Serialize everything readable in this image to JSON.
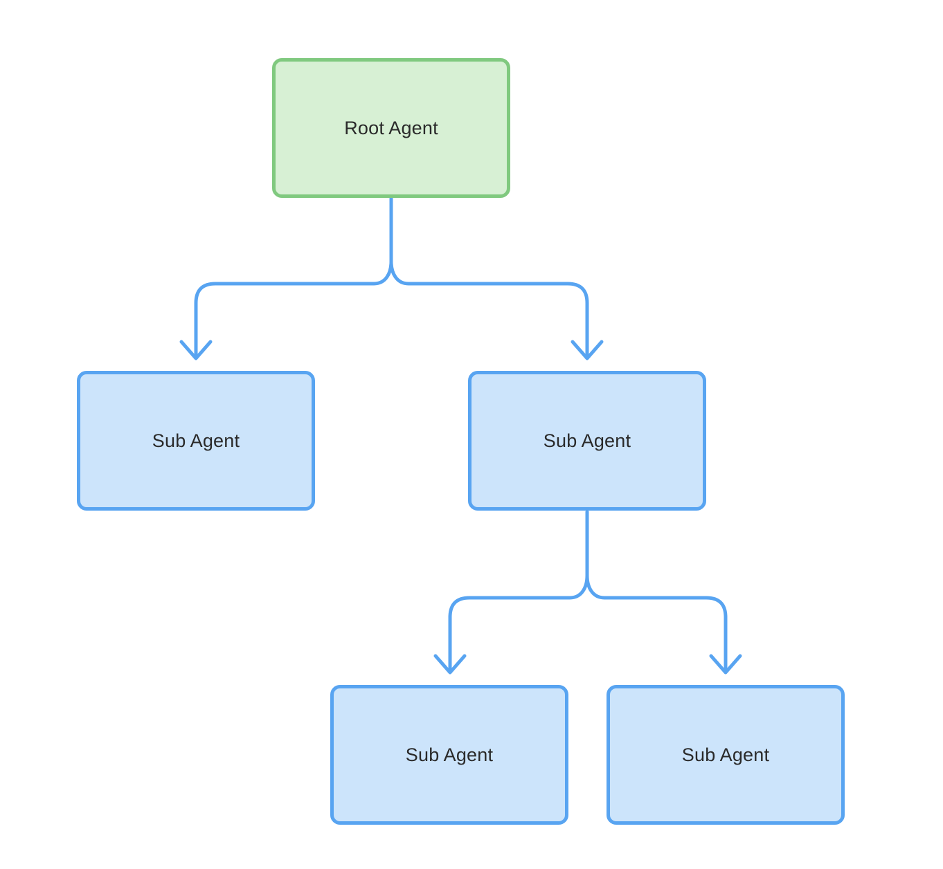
{
  "diagram": {
    "background": "#ffffff",
    "colors": {
      "root_fill": "#d7f0d4",
      "root_border": "#80c97f",
      "sub_fill": "#cce4fb",
      "sub_border": "#58a4f1",
      "connector": "#58a4f1",
      "label_text": "#2a2a2a"
    },
    "nodes": {
      "root": {
        "label": "Root Agent",
        "type": "root"
      },
      "sub_left": {
        "label": "Sub Agent",
        "type": "sub"
      },
      "sub_right": {
        "label": "Sub Agent",
        "type": "sub"
      },
      "sub_right_child_left": {
        "label": "Sub Agent",
        "type": "sub"
      },
      "sub_right_child_right": {
        "label": "Sub Agent",
        "type": "sub"
      }
    },
    "edges": [
      {
        "from": "root",
        "to": "sub_left"
      },
      {
        "from": "root",
        "to": "sub_right"
      },
      {
        "from": "sub_right",
        "to": "sub_right_child_left"
      },
      {
        "from": "sub_right",
        "to": "sub_right_child_right"
      }
    ]
  }
}
